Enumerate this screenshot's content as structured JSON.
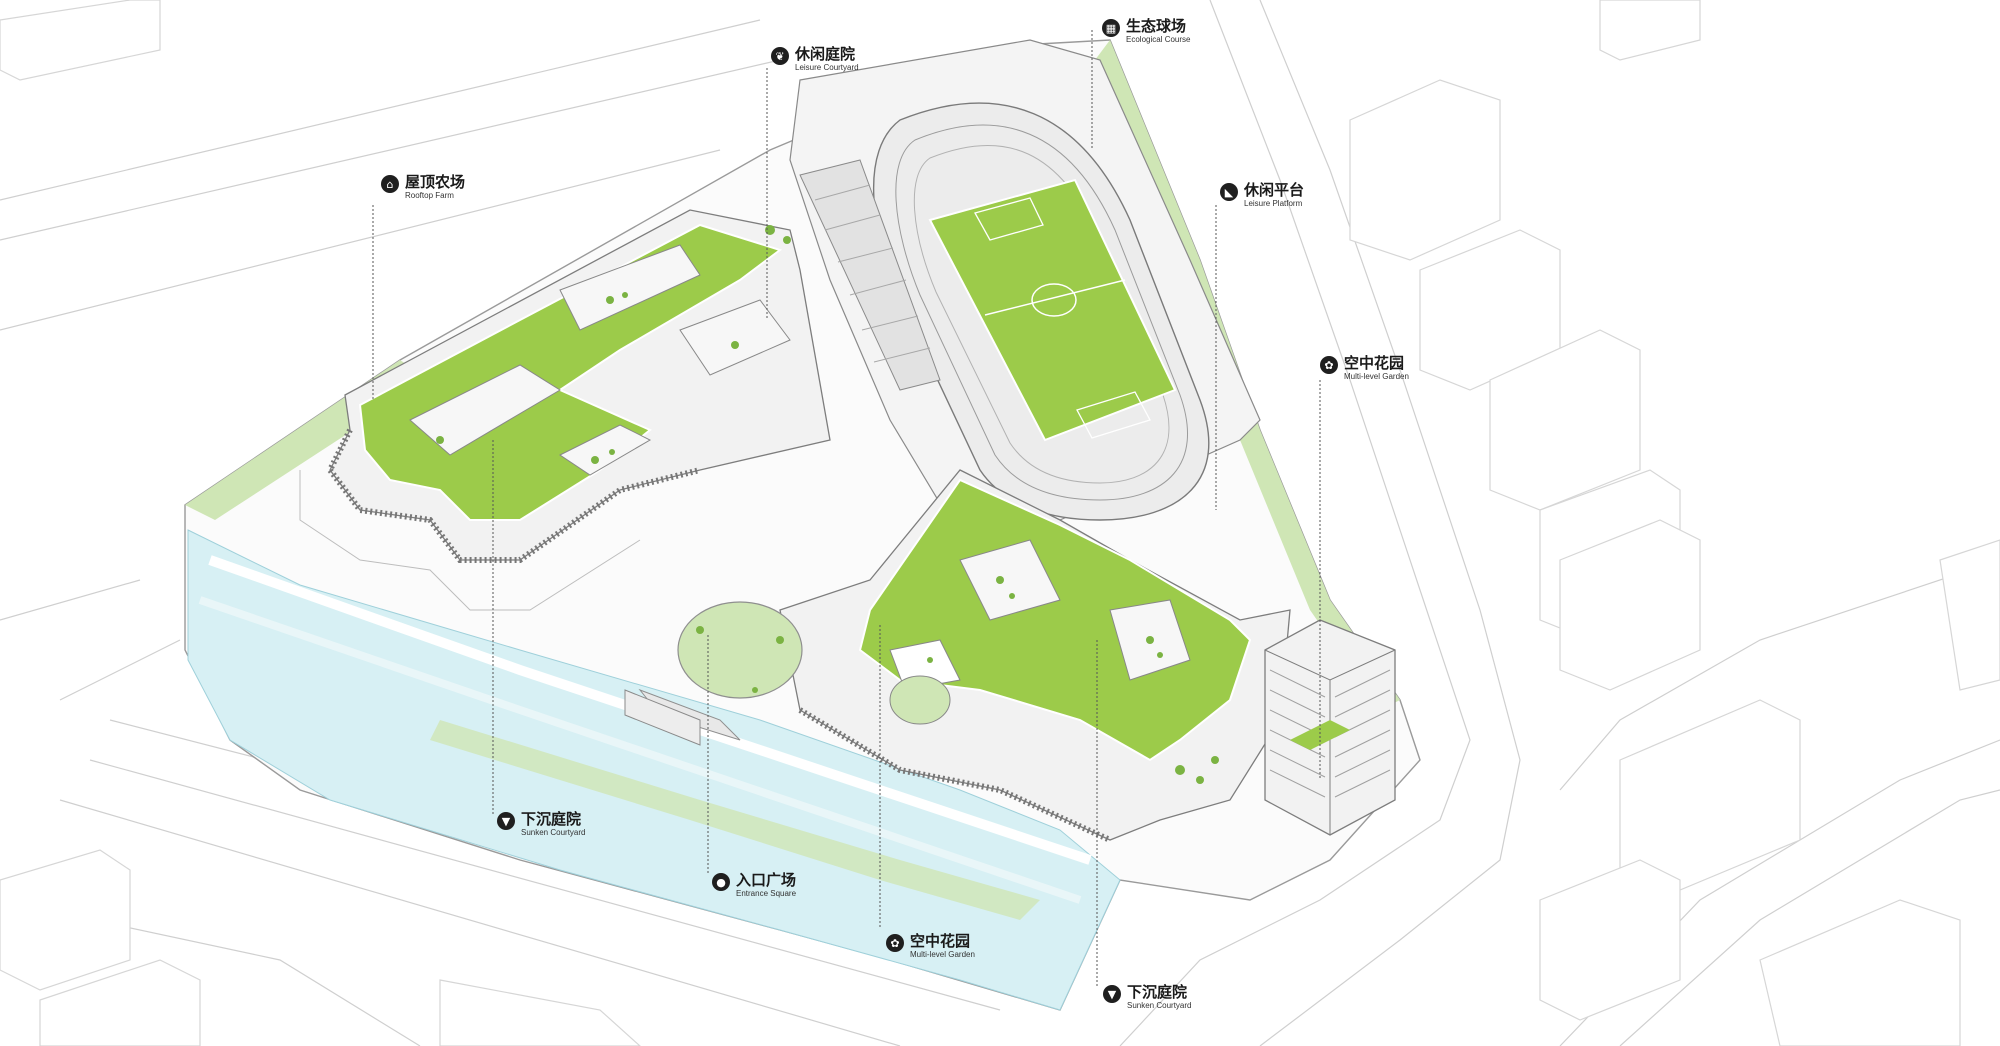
{
  "colors": {
    "green": "#9ccb4a",
    "light_green": "#cfe6b5",
    "water": "#d7f0f4",
    "line": "#9a9a9a",
    "dark": "#1f1f1f"
  },
  "callouts": {
    "leisure_courtyard": {
      "zh": "休闲庭院",
      "en": "Leisure Courtyard",
      "icon": "leaf-icon"
    },
    "ecological_course": {
      "zh": "生态球场",
      "en": "Ecological Course",
      "icon": "field-icon"
    },
    "rooftop_farm": {
      "zh": "屋顶农场",
      "en": "Rooftop Farm",
      "icon": "farm-icon"
    },
    "leisure_platform": {
      "zh": "休闲平台",
      "en": "Leisure Platform",
      "icon": "platform-icon"
    },
    "multi_level_garden_right": {
      "zh": "空中花园",
      "en": "Multi-level Garden",
      "icon": "flower-icon"
    },
    "sunken_courtyard_left": {
      "zh": "下沉庭院",
      "en": "Sunken Courtyard",
      "icon": "sunken-icon"
    },
    "entrance_square": {
      "zh": "入口广场",
      "en": "Entrance Square",
      "icon": "person-icon"
    },
    "multi_level_garden_center": {
      "zh": "空中花园",
      "en": "Multi-level Garden",
      "icon": "flower-icon"
    },
    "sunken_courtyard_right": {
      "zh": "下沉庭院",
      "en": "Sunken Courtyard",
      "icon": "sunken-icon"
    }
  }
}
